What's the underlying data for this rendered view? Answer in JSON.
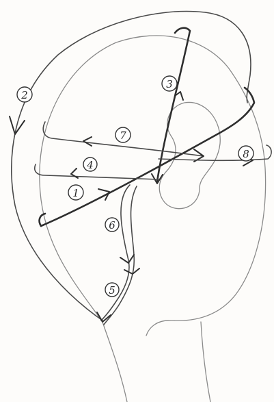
{
  "steps": [
    {
      "id": "step-1",
      "number": "1"
    },
    {
      "id": "step-2",
      "number": "2"
    },
    {
      "id": "step-3",
      "number": "3"
    },
    {
      "id": "step-4",
      "number": "4"
    },
    {
      "id": "step-5",
      "number": "5"
    },
    {
      "id": "step-6",
      "number": "6"
    },
    {
      "id": "step-7",
      "number": "7"
    },
    {
      "id": "step-8",
      "number": "8"
    }
  ]
}
